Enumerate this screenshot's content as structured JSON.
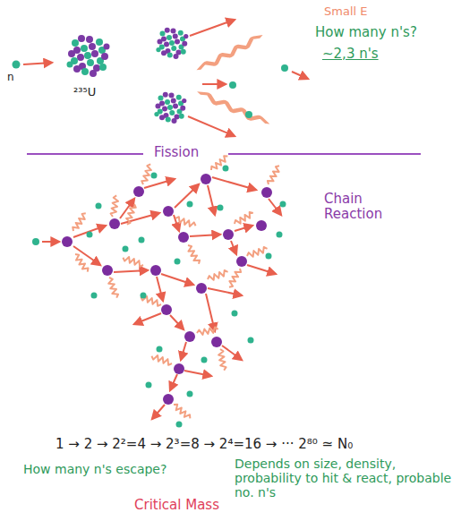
{
  "diagram": {
    "labels": [
      "n",
      "²³⁵U",
      "Small E",
      "How many n's?",
      "~2,3 n's",
      "Fission",
      "Chain Reaction",
      "1 → 2 → 2²=4 → 2³=8 → 2⁴=16 → ··· 2⁸⁰ ≃ N₀",
      "How many n's escape?",
      "Depends on size, density, probability to hit & react, probable no. n's",
      "Critical Mass"
    ]
  }
}
